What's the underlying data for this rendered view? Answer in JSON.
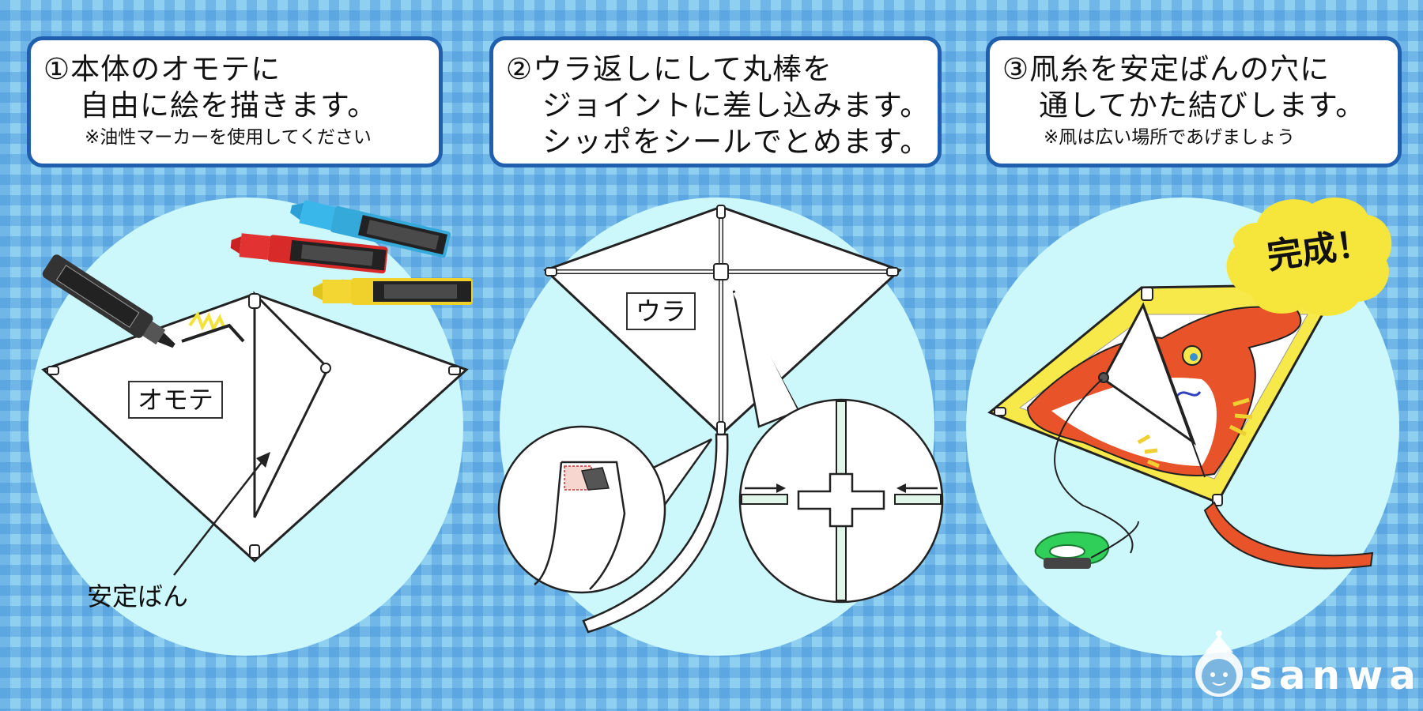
{
  "steps": [
    {
      "line1": "①本体のオモテに",
      "line2": "自由に絵を描きます。",
      "note": "※油性マーカーを使用してください"
    },
    {
      "line1": "②ウラ返しにして丸棒を",
      "line2": "ジョイントに差し込みます。",
      "line3": "シッポをシールでとめます。"
    },
    {
      "line1": "③凧糸を安定ばんの穴に",
      "line2": "通してかた結びします。",
      "note": "※凧は広い場所であげましょう"
    }
  ],
  "panel1": {
    "front_label": "オモテ",
    "stabilizer_label": "安定ばん"
  },
  "panel2": {
    "back_label": "ウラ"
  },
  "panel3": {
    "done_label": "完成！"
  },
  "logo": {
    "text": "sanwa"
  },
  "colors": {
    "box_border": "#1f5fae",
    "circle_fill": "#ccf7fb",
    "kansei_bubble": "#f6e53a",
    "tail_orange": "#e8532a",
    "kite_yellow": "#f7e94a"
  },
  "icons": [
    "black-marker-icon",
    "red-marker-icon",
    "blue-marker-icon",
    "yellow-marker-icon",
    "string-winder-icon",
    "sanwa-logo-icon"
  ]
}
